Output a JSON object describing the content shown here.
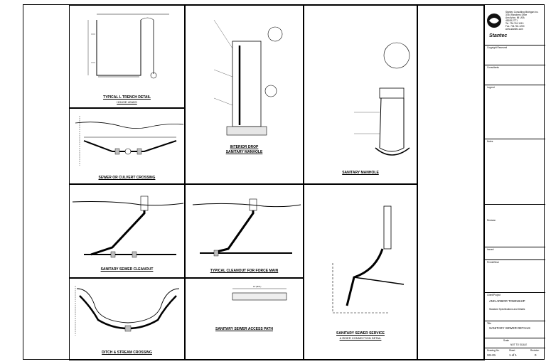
{
  "details": {
    "l_trench": {
      "title": "TYPICAL L TRENCH DETAIL",
      "subtitle": "HOUSE LEADS"
    },
    "culvert": {
      "title": "SEWER OR CULVERT CROSSING"
    },
    "cleanout": {
      "title": "SANITARY SEWER CLEANOUT"
    },
    "ditch": {
      "title": "DITCH & STREAM CROSSING"
    },
    "drop_manhole": {
      "title": "INTERIOR DROP",
      "subtitle": "SANITARY MANHOLE"
    },
    "force_main": {
      "title": "TYPICAL CLEANOUT FOR FORCE MAIN"
    },
    "access_path": {
      "title": "SANITARY SEWER ACCESS PATH",
      "dim": "16' (MIN.)"
    },
    "manhole": {
      "title": "SANITARY MANHOLE"
    },
    "service": {
      "title": "SANITARY SEWER SERVICE",
      "subtitle": "& RISER CONNECTION DETAIL"
    }
  },
  "title_block": {
    "company": "Stantec Consulting Michigan Inc.\n3754 Ranchero Drive\nAnn Arbor, MI USA\n48108-2771\nTel. 734.761.1010\nFax. 734.761.1200\nwww.stantec.com",
    "logo": "Stantec",
    "copyright_label": "Copyright Reserved",
    "consultants_label": "Consultants",
    "legend_label": "Legend",
    "notes_label": "Notes",
    "revision_label": "Revision",
    "issued_label": "Issued",
    "permit_label": "Permit/Seal",
    "client_label": "Client/Project",
    "client": "ANN ARBOR TOWNSHIP",
    "project": "Standard Specifications and Details",
    "title_label": "Title",
    "sheet_title": "SANITARY SEWER DETAILS",
    "scale_label": "Scale",
    "scale": "NOT TO SCALE",
    "drawing_no_label": "Drawing No.",
    "sheet_label": "Sheet",
    "revision_no_label": "Revision",
    "drawing_no": "SS-01",
    "sheet": "1 of 1",
    "revision_no": "0"
  },
  "colors": {
    "line": "#000000",
    "paper": "#ffffff",
    "fill": "#bfbfbf"
  }
}
